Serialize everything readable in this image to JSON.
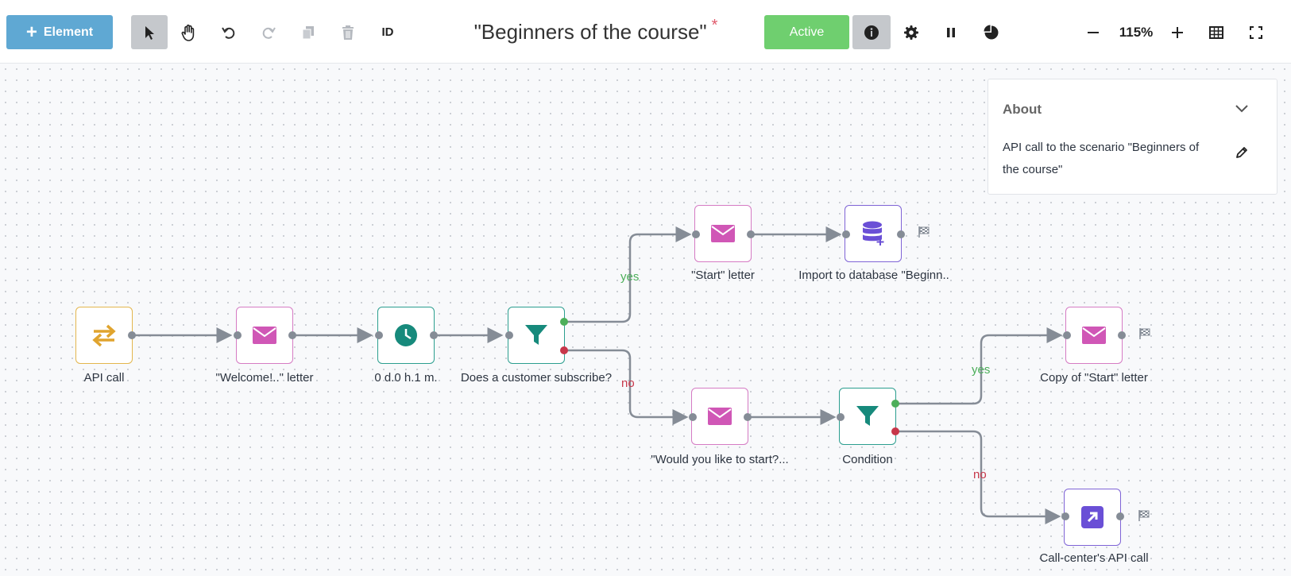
{
  "toolbar": {
    "element_label": "Element",
    "id_label": "ID",
    "title": "\"Beginners of the course\"",
    "unsaved_mark": "*",
    "status_label": "Active",
    "zoom": "115%"
  },
  "about": {
    "title": "About",
    "text": "API call to the scenario \"Beginners of the course\""
  },
  "nodes": {
    "api_call": "API call",
    "welcome": "\"Welcome!..\" letter",
    "delay": "0 d.0 h.1 m.",
    "subscribe": "Does a customer subscribe?",
    "start_letter": "\"Start\" letter",
    "import_db": "Import to database \"Beginn..",
    "would_like": "\"Would you like to start?...",
    "condition": "Condition",
    "copy_start": "Copy of \"Start\" letter",
    "callcenter": "Call-center's API call"
  },
  "edges": {
    "yes": "yes",
    "no": "no"
  },
  "colors": {
    "accent": "#5fa8d3",
    "active": "#6fcf6f",
    "yes": "#4caf5a",
    "no": "#c7374a",
    "mail": "#d057b6",
    "teal": "#178a7c",
    "purple": "#6a4fd6",
    "api": "#e0a42e"
  }
}
